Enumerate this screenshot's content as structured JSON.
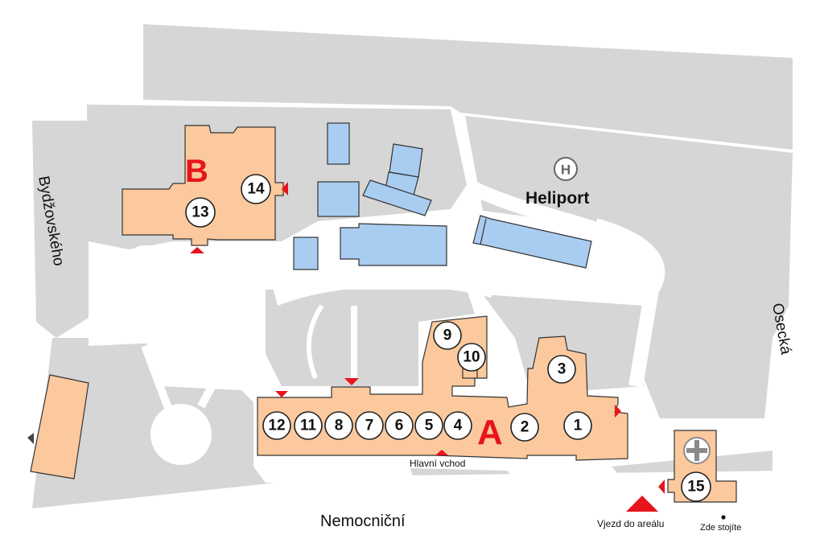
{
  "labels": {
    "building_a": "A",
    "building_b": "B",
    "heliport": "Heliport",
    "heliport_symbol": "H",
    "main_entrance": "Hlavní vchod",
    "area_entry": "Vjezd do areálu",
    "you_are_here": "Zde stojíte"
  },
  "streets": {
    "bydzovskeho": "Bydžovského",
    "osecka": "Osecká",
    "nemocnicni": "Nemocniční"
  },
  "pavilions": {
    "p1": "1",
    "p2": "2",
    "p3": "3",
    "p4": "4",
    "p5": "5",
    "p6": "6",
    "p7": "7",
    "p8": "8",
    "p9": "9",
    "p10": "10",
    "p11": "11",
    "p12": "12",
    "p13": "13",
    "p14": "14",
    "p15": "15"
  },
  "colors": {
    "building_fill": "#fbc99d",
    "blue_building_fill": "#a9cdf1",
    "entrance_marker": "#e8141c",
    "ground": "#d6d6d6"
  },
  "icons": {
    "heliport": "helipad-icon",
    "pharmacy_cross": "cross-icon",
    "you_are_here": "location-dot-icon",
    "entrance": "triangle-marker-icon"
  }
}
